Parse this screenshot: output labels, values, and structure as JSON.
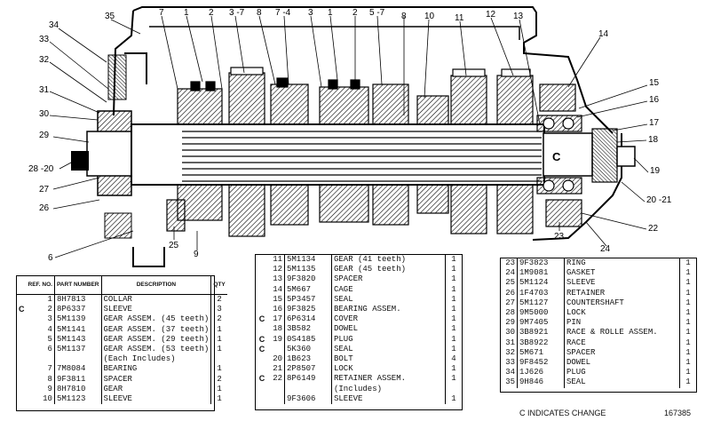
{
  "callouts": [
    "35",
    "34",
    "33",
    "32",
    "31",
    "30",
    "29",
    "28 -20",
    "27",
    "26",
    "6",
    "7",
    "1",
    "2",
    "3 -7",
    "8",
    "7 -4",
    "3",
    "1",
    "2",
    "5 -7",
    "8",
    "10",
    "11",
    "12",
    "13",
    "14",
    "15",
    "16",
    "17",
    "18",
    "19",
    "20 -21",
    "22",
    "23",
    "24",
    "25",
    "9",
    "C"
  ],
  "table_left": {
    "headers": {
      "ref": "REF. NO.",
      "part": "PART NUMBER",
      "desc": "DESCRIPTION",
      "qty": "QTY"
    },
    "rows": [
      {
        "mark": "",
        "ref": "1",
        "part": "8H7813",
        "desc": "COLLAR",
        "qty": "2"
      },
      {
        "mark": "C",
        "ref": "2",
        "part": "8P6337",
        "desc": "SLEEVE",
        "qty": "3"
      },
      {
        "mark": "",
        "ref": "3",
        "part": "5M1139",
        "desc": "GEAR ASSEM. (45 teeth)",
        "qty": "2"
      },
      {
        "mark": "",
        "ref": "4",
        "part": "5M1141",
        "desc": "GEAR ASSEM. (37 teeth)",
        "qty": "1"
      },
      {
        "mark": "",
        "ref": "5",
        "part": "5M1143",
        "desc": "GEAR ASSEM. (29 teeth)",
        "qty": "1"
      },
      {
        "mark": "",
        "ref": "6",
        "part": "5M1137",
        "desc": "GEAR ASSEM. (53 teeth)",
        "qty": "1"
      },
      {
        "mark": "",
        "ref": "",
        "part": "",
        "desc": "(Each Includes)",
        "qty": ""
      },
      {
        "mark": "",
        "ref": "7",
        "part": "7M8084",
        "desc": "BEARING",
        "qty": "1"
      },
      {
        "mark": "",
        "ref": "8",
        "part": "9F3811",
        "desc": "SPACER",
        "qty": "2"
      },
      {
        "mark": "",
        "ref": "9",
        "part": "8H7810",
        "desc": "GEAR",
        "qty": "1"
      },
      {
        "mark": "",
        "ref": "10",
        "part": "5M1123",
        "desc": "SLEEVE",
        "qty": "1"
      }
    ]
  },
  "table_mid": {
    "rows": [
      {
        "mark": "",
        "ref": "11",
        "part": "5M1134",
        "desc": "GEAR (41 teeth)",
        "qty": "1"
      },
      {
        "mark": "",
        "ref": "12",
        "part": "5M1135",
        "desc": "GEAR (45 teeth)",
        "qty": "1"
      },
      {
        "mark": "",
        "ref": "13",
        "part": "9F3820",
        "desc": "SPACER",
        "qty": "1"
      },
      {
        "mark": "",
        "ref": "14",
        "part": "5M667",
        "desc": "CAGE",
        "qty": "1"
      },
      {
        "mark": "",
        "ref": "15",
        "part": "5P3457",
        "desc": "SEAL",
        "qty": "1"
      },
      {
        "mark": "",
        "ref": "16",
        "part": "9F3825",
        "desc": "BEARING ASSEM.",
        "qty": "1"
      },
      {
        "mark": "C",
        "ref": "17",
        "part": "6P6314",
        "desc": "COVER",
        "qty": "1"
      },
      {
        "mark": "",
        "ref": "18",
        "part": "3B582",
        "desc": "DOWEL",
        "qty": "1"
      },
      {
        "mark": "C",
        "ref": "19",
        "part": "0S4185",
        "desc": "PLUG",
        "qty": "1"
      },
      {
        "mark": "C",
        "ref": "",
        "part": "5K360",
        "desc": "SEAL",
        "qty": "1"
      },
      {
        "mark": "",
        "ref": "20",
        "part": "1B623",
        "desc": "BOLT",
        "qty": "4"
      },
      {
        "mark": "",
        "ref": "21",
        "part": "2P8507",
        "desc": "LOCK",
        "qty": "1"
      },
      {
        "mark": "C",
        "ref": "22",
        "part": "8P6149",
        "desc": "RETAINER ASSEM.",
        "qty": "1"
      },
      {
        "mark": "",
        "ref": "",
        "part": "",
        "desc": "(Includes)",
        "qty": ""
      },
      {
        "mark": "",
        "ref": "",
        "part": "9F3606",
        "desc": "SLEEVE",
        "qty": "1"
      }
    ]
  },
  "table_right": {
    "rows": [
      {
        "mark": "",
        "ref": "23",
        "part": "9F3823",
        "desc": "RING",
        "qty": "1"
      },
      {
        "mark": "",
        "ref": "24",
        "part": "1M9081",
        "desc": "GASKET",
        "qty": "1"
      },
      {
        "mark": "",
        "ref": "25",
        "part": "5M1124",
        "desc": "SLEEVE",
        "qty": "1"
      },
      {
        "mark": "",
        "ref": "26",
        "part": "1F4703",
        "desc": "RETAINER",
        "qty": "1"
      },
      {
        "mark": "",
        "ref": "27",
        "part": "5M1127",
        "desc": "COUNTERSHAFT",
        "qty": "1"
      },
      {
        "mark": "",
        "ref": "28",
        "part": "9M5000",
        "desc": "LOCK",
        "qty": "1"
      },
      {
        "mark": "",
        "ref": "29",
        "part": "9M7405",
        "desc": "PIN",
        "qty": "1"
      },
      {
        "mark": "",
        "ref": "30",
        "part": "3B8921",
        "desc": "RACE & ROLLE ASSEM.",
        "qty": "1"
      },
      {
        "mark": "",
        "ref": "31",
        "part": "3B8922",
        "desc": "RACE",
        "qty": "1"
      },
      {
        "mark": "",
        "ref": "32",
        "part": "5M671",
        "desc": "SPACER",
        "qty": "1"
      },
      {
        "mark": "",
        "ref": "33",
        "part": "9F8452",
        "desc": "DOWEL",
        "qty": "1"
      },
      {
        "mark": "",
        "ref": "34",
        "part": "1J626",
        "desc": "PLUG",
        "qty": "1"
      },
      {
        "mark": "",
        "ref": "35",
        "part": "9H846",
        "desc": "SEAL",
        "qty": "1"
      }
    ]
  },
  "footer": {
    "change_note": "C INDICATES CHANGE",
    "drawing_number": "167385"
  }
}
